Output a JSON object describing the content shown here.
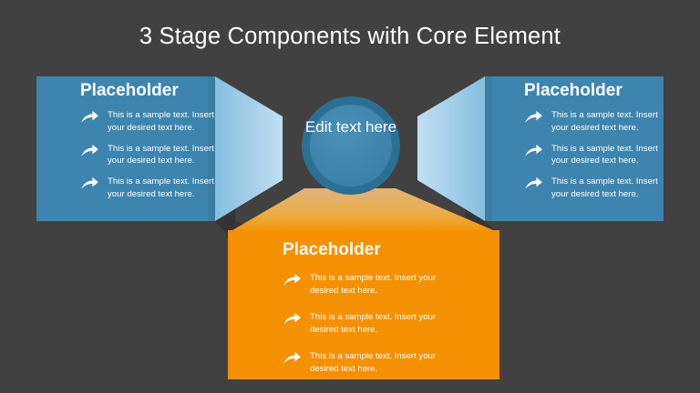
{
  "slide": {
    "title": "3 Stage Components with Core Element",
    "background_color": "#414141"
  },
  "core": {
    "label": "Edit text here",
    "ring_color": "#2c6f94",
    "fill_color": "#3d85ae"
  },
  "colors": {
    "blue_panel": "#3d85ae",
    "blue_panel_edge": "#3b7da3",
    "funnel_light": "#a9d2ea",
    "funnel_mid": "#8fc4e3",
    "orange_panel": "#f59100",
    "orange_funnel_top": "#e8c288",
    "shadow": "#313131",
    "title_color": "#ffffff"
  },
  "panels": [
    {
      "id": "left",
      "heading": "Placeholder",
      "accent": "#3d85ae",
      "bullets": [
        {
          "icon": "curved-arrow-icon",
          "text": "This is a sample text. Insert your desired text here."
        },
        {
          "icon": "curved-arrow-icon",
          "text": "This is a sample text. Insert your desired text here."
        },
        {
          "icon": "curved-arrow-icon",
          "text": "This is a sample text. Insert your desired text here."
        }
      ]
    },
    {
      "id": "right",
      "heading": "Placeholder",
      "accent": "#3d85ae",
      "bullets": [
        {
          "icon": "curved-arrow-icon",
          "text": "This is a sample text. Insert your desired text here."
        },
        {
          "icon": "curved-arrow-icon",
          "text": "This is a sample text. Insert your desired text here."
        },
        {
          "icon": "curved-arrow-icon",
          "text": "This is a sample text. Insert your desired text here."
        }
      ]
    },
    {
      "id": "bottom",
      "heading": "Placeholder",
      "accent": "#f59100",
      "bullets": [
        {
          "icon": "curved-arrow-icon",
          "text": "This is a sample text. Insert your desired text here."
        },
        {
          "icon": "curved-arrow-icon",
          "text": "This is a sample text. Insert your desired text here."
        },
        {
          "icon": "curved-arrow-icon",
          "text": "This is a sample text. Insert your desired text here."
        }
      ]
    }
  ]
}
